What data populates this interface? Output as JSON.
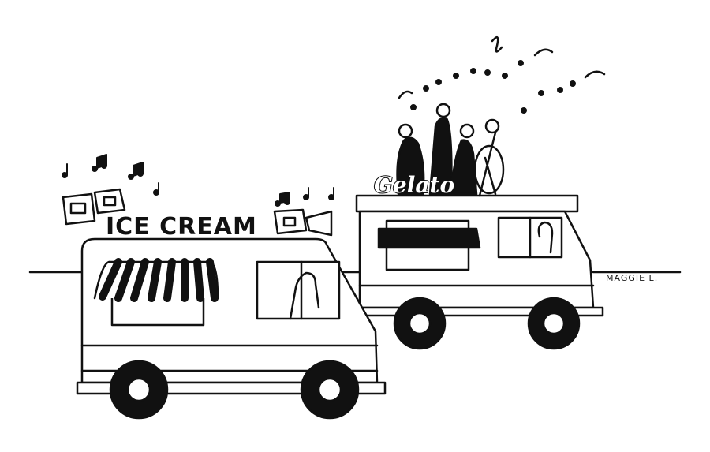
{
  "scene": {
    "description": "Cartoon: an ice cream truck with loudspeakers playing music next to a gelato truck with a live string quartet on its roof",
    "background_color": "#ffffff",
    "ink_color": "#111111"
  },
  "ice_cream_truck": {
    "sign_text": "ICE CREAM",
    "speakers": 3
  },
  "gelato_truck": {
    "sign_text": "Gelato",
    "musicians": [
      "violinist",
      "violinist",
      "violinist",
      "cellist"
    ]
  },
  "artist_signature": "MAGGIE L."
}
